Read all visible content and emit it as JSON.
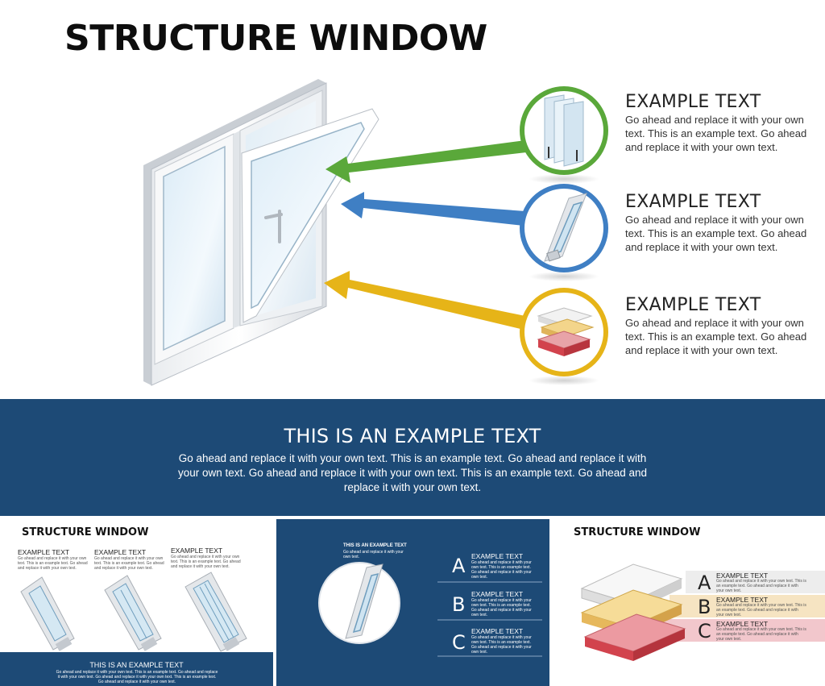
{
  "main": {
    "title": "STRUCTURE WINDOW",
    "items": [
      {
        "title": "EXAMPLE TEXT",
        "body": "Go ahead and replace it with your own text. This is an example text. Go ahead and replace it with your own text.",
        "color": "#5aa83a",
        "icon": "glass-panes-icon"
      },
      {
        "title": "EXAMPLE TEXT",
        "body": "Go ahead and replace it with your own text. This is an example text. Go ahead and replace it with your own text.",
        "color": "#3f7fc4",
        "icon": "window-profile-icon"
      },
      {
        "title": "EXAMPLE TEXT",
        "body": "Go ahead and replace it with your own text. This is an example text. Go ahead and replace it with your own text.",
        "color": "#e6b418",
        "icon": "layered-sill-icon"
      }
    ]
  },
  "band": {
    "title": "THIS IS AN EXAMPLE TEXT",
    "body": "Go ahead and replace it with your own text. This is an example text. Go ahead and replace it with your own text. Go ahead and replace it with your own text. This is an example text. Go ahead and replace it with your own text.",
    "color": "#1d4a76"
  },
  "thumbs": [
    {
      "title": "STRUCTURE WINDOW",
      "columns": [
        {
          "title": "EXAMPLE TEXT",
          "body": "Go ahead and replace it with your own text. This is an example text. Go ahead and replace it with your own text."
        },
        {
          "title": "EXAMPLE TEXT",
          "body": "Go ahead and replace it with your own text. This is an example text. Go ahead and replace it with your own text."
        },
        {
          "title": "EXAMPLE TEXT",
          "body": "Go ahead and replace it with your own text. This is an example text. Go ahead and replace it with your own text."
        }
      ],
      "band_title": "THIS IS AN EXAMPLE TEXT",
      "band_body": "Go ahead and replace it with your own text. This is an example text. Go ahead and replace it with your own text. Go ahead and replace it with your own text. This is an example text. Go ahead and replace it with your own text."
    },
    {
      "heading_title": "THIS IS AN EXAMPLE TEXT",
      "heading_body": "Go ahead and replace it with your own text.",
      "items": [
        {
          "letter": "A",
          "title": "EXAMPLE TEXT",
          "body": "Go ahead and replace it with your own text. This is an example text. Go ahead and replace it with your own text."
        },
        {
          "letter": "B",
          "title": "EXAMPLE TEXT",
          "body": "Go ahead and replace it with your own text. This is an example text. Go ahead and replace it with your own text."
        },
        {
          "letter": "C",
          "title": "EXAMPLE TEXT",
          "body": "Go ahead and replace it with your own text. This is an example text. Go ahead and replace it with your own text."
        }
      ]
    },
    {
      "title": "STRUCTURE WINDOW",
      "items": [
        {
          "letter": "A",
          "title": "EXAMPLE TEXT",
          "body": "Go ahead and replace it with your own text. This is an example text. Go ahead and replace it with your own text.",
          "color": "#ededed"
        },
        {
          "letter": "B",
          "title": "EXAMPLE TEXT",
          "body": "Go ahead and replace it with your own text. This is an example text. Go ahead and replace it with your own text.",
          "color": "#f6e4c2"
        },
        {
          "letter": "C",
          "title": "EXAMPLE TEXT",
          "body": "Go ahead and replace it with your own text. This is an example text. Go ahead and replace it with your own text.",
          "color": "#f2c7cc"
        }
      ]
    }
  ]
}
